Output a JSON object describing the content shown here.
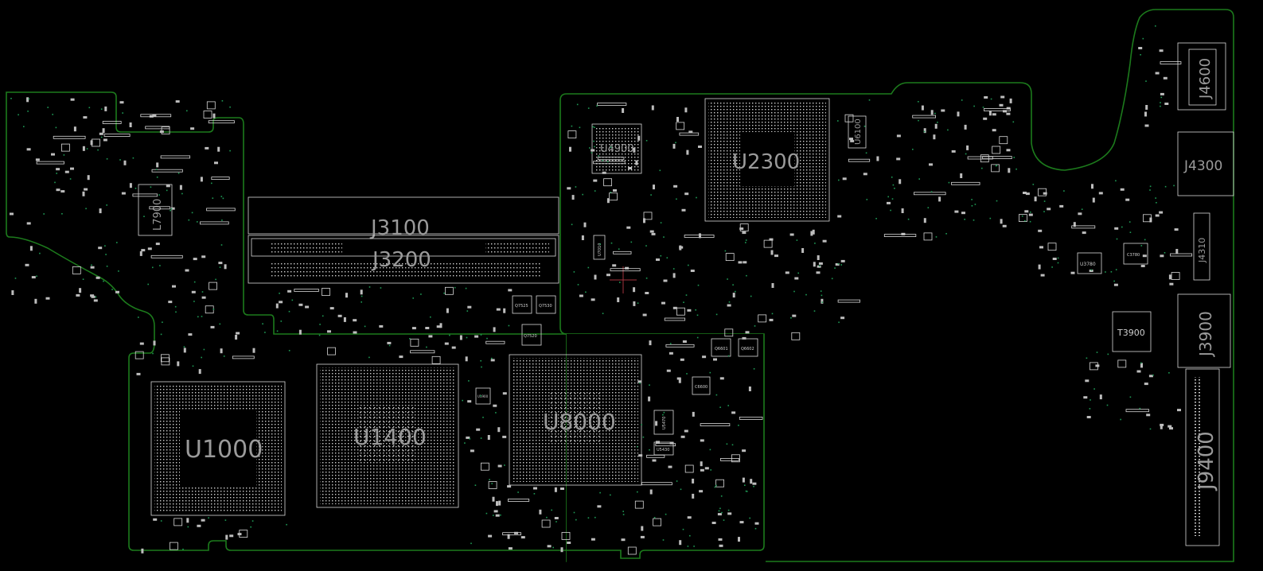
{
  "board": {
    "colors": {
      "background": "#000000",
      "outline": "#1c7a1c",
      "silkscreen": "#d8d8d8",
      "label": "#9a9a9a",
      "via": "#1e9a55",
      "cursor": "#a0323c"
    }
  },
  "components": {
    "U1000": "U1000",
    "U1400": "U1400",
    "U8000": "U8000",
    "U2300": "U2300",
    "U4900": "U4900",
    "J3100": "J3100",
    "J3200": "J3200",
    "L7900": "L7900",
    "U6100": "U6100",
    "J4600": "J4600",
    "J4300": "J4300",
    "J4310": "J4310",
    "J3900": "J3900",
    "T3900": "T3900",
    "J9400": "J9400",
    "U3780": "U3780",
    "Q7525": "Q7525",
    "Q7530": "Q7530",
    "Q7520": "Q7520",
    "Q6601": "Q6601",
    "Q6602": "Q6602",
    "C6600": "C6600",
    "U5470": "U5470",
    "U5430": "U5430",
    "U7010": "U7010",
    "C3780": "C3780",
    "U1900": "U1900"
  }
}
